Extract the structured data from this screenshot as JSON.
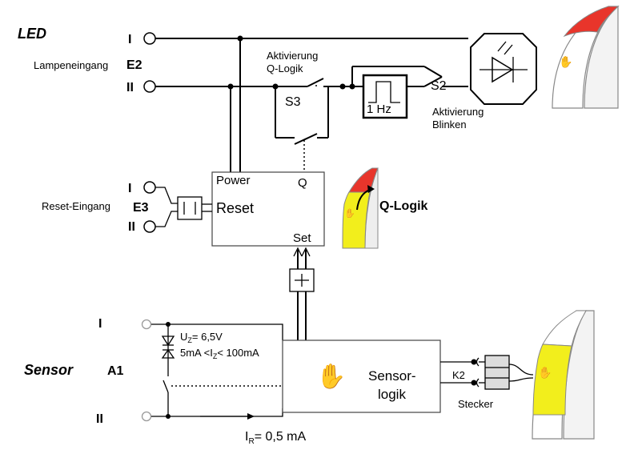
{
  "led": {
    "title": "LED",
    "terminal_1": "I",
    "terminal_2": "II",
    "input_label": "Lampeneingang",
    "input_id": "E2",
    "s3_caption_1": "Aktivierung",
    "s3_caption_2": "Q-Logik",
    "s3_label": "S3",
    "osc_label": "1 Hz",
    "s2_label": "S2",
    "s2_caption_1": "Aktivierung",
    "s2_caption_2": "Blinken"
  },
  "logic": {
    "power": "Power",
    "q": "Q",
    "reset": "Reset",
    "set": "Set",
    "reset_input_label": "Reset-Eingang",
    "reset_input_id": "E3",
    "terminal_1": "I",
    "terminal_2": "II",
    "q_logic_label": "Q-Logik"
  },
  "sensor": {
    "title": "Sensor",
    "id": "A1",
    "terminal_1": "I",
    "terminal_2": "II",
    "zener_1": "U",
    "zener_1_sub": "Z",
    "zener_1_val": "= 6,5V",
    "zener_2a": "5mA <I",
    "zener_2_sub": "Z",
    "zener_2b": "< 100mA",
    "current_a": "I",
    "current_sub": "R",
    "current_b": "= 0,5 mA",
    "box_line_1": "Sensor-",
    "box_line_2": "logik",
    "k2": "K2",
    "stecker": "Stecker"
  },
  "colors": {
    "red": "#e8352b",
    "yellow": "#f2ee1c",
    "white_part": "#ffffff",
    "grey_part": "#d8d8d8"
  }
}
